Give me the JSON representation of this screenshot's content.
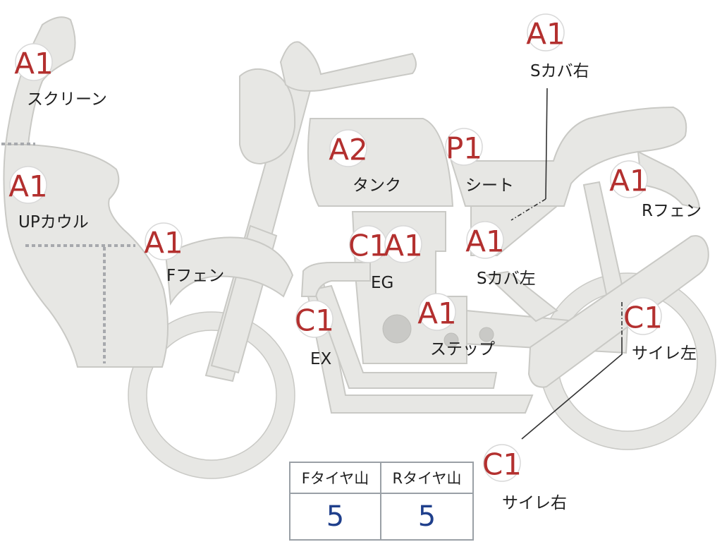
{
  "parts": [
    {
      "id": "screen",
      "grade": "A1",
      "label": "スクリーン"
    },
    {
      "id": "up-cowl",
      "grade": "A1",
      "label": "UPカウル"
    },
    {
      "id": "f-fender",
      "grade": "A1",
      "label": "Fフェン"
    },
    {
      "id": "exhaust",
      "grade": "C1",
      "label": "EX"
    },
    {
      "id": "engine",
      "grade": "C1",
      "label": "EG"
    },
    {
      "id": "engine-2",
      "grade": "A1",
      "label": ""
    },
    {
      "id": "tank",
      "grade": "A2",
      "label": "タンク"
    },
    {
      "id": "seat",
      "grade": "P1",
      "label": "シート"
    },
    {
      "id": "side-cover-right",
      "grade": "A1",
      "label": "Sカバ右"
    },
    {
      "id": "side-cover-left",
      "grade": "A1",
      "label": "Sカバ左"
    },
    {
      "id": "step",
      "grade": "A1",
      "label": "ステップ"
    },
    {
      "id": "r-fender",
      "grade": "A1",
      "label": "Rフェン"
    },
    {
      "id": "silencer-left",
      "grade": "C1",
      "label": "サイレ左"
    },
    {
      "id": "silencer-right",
      "grade": "C1",
      "label": "サイレ右"
    }
  ],
  "tire_table": {
    "front_header": "Fタイヤ山",
    "rear_header": "Rタイヤ山",
    "front_value": "5",
    "rear_value": "5"
  },
  "colors": {
    "body": "#e7e7e4",
    "grade_text": "#b3302f",
    "tire_value_text": "#1f3f8c"
  }
}
